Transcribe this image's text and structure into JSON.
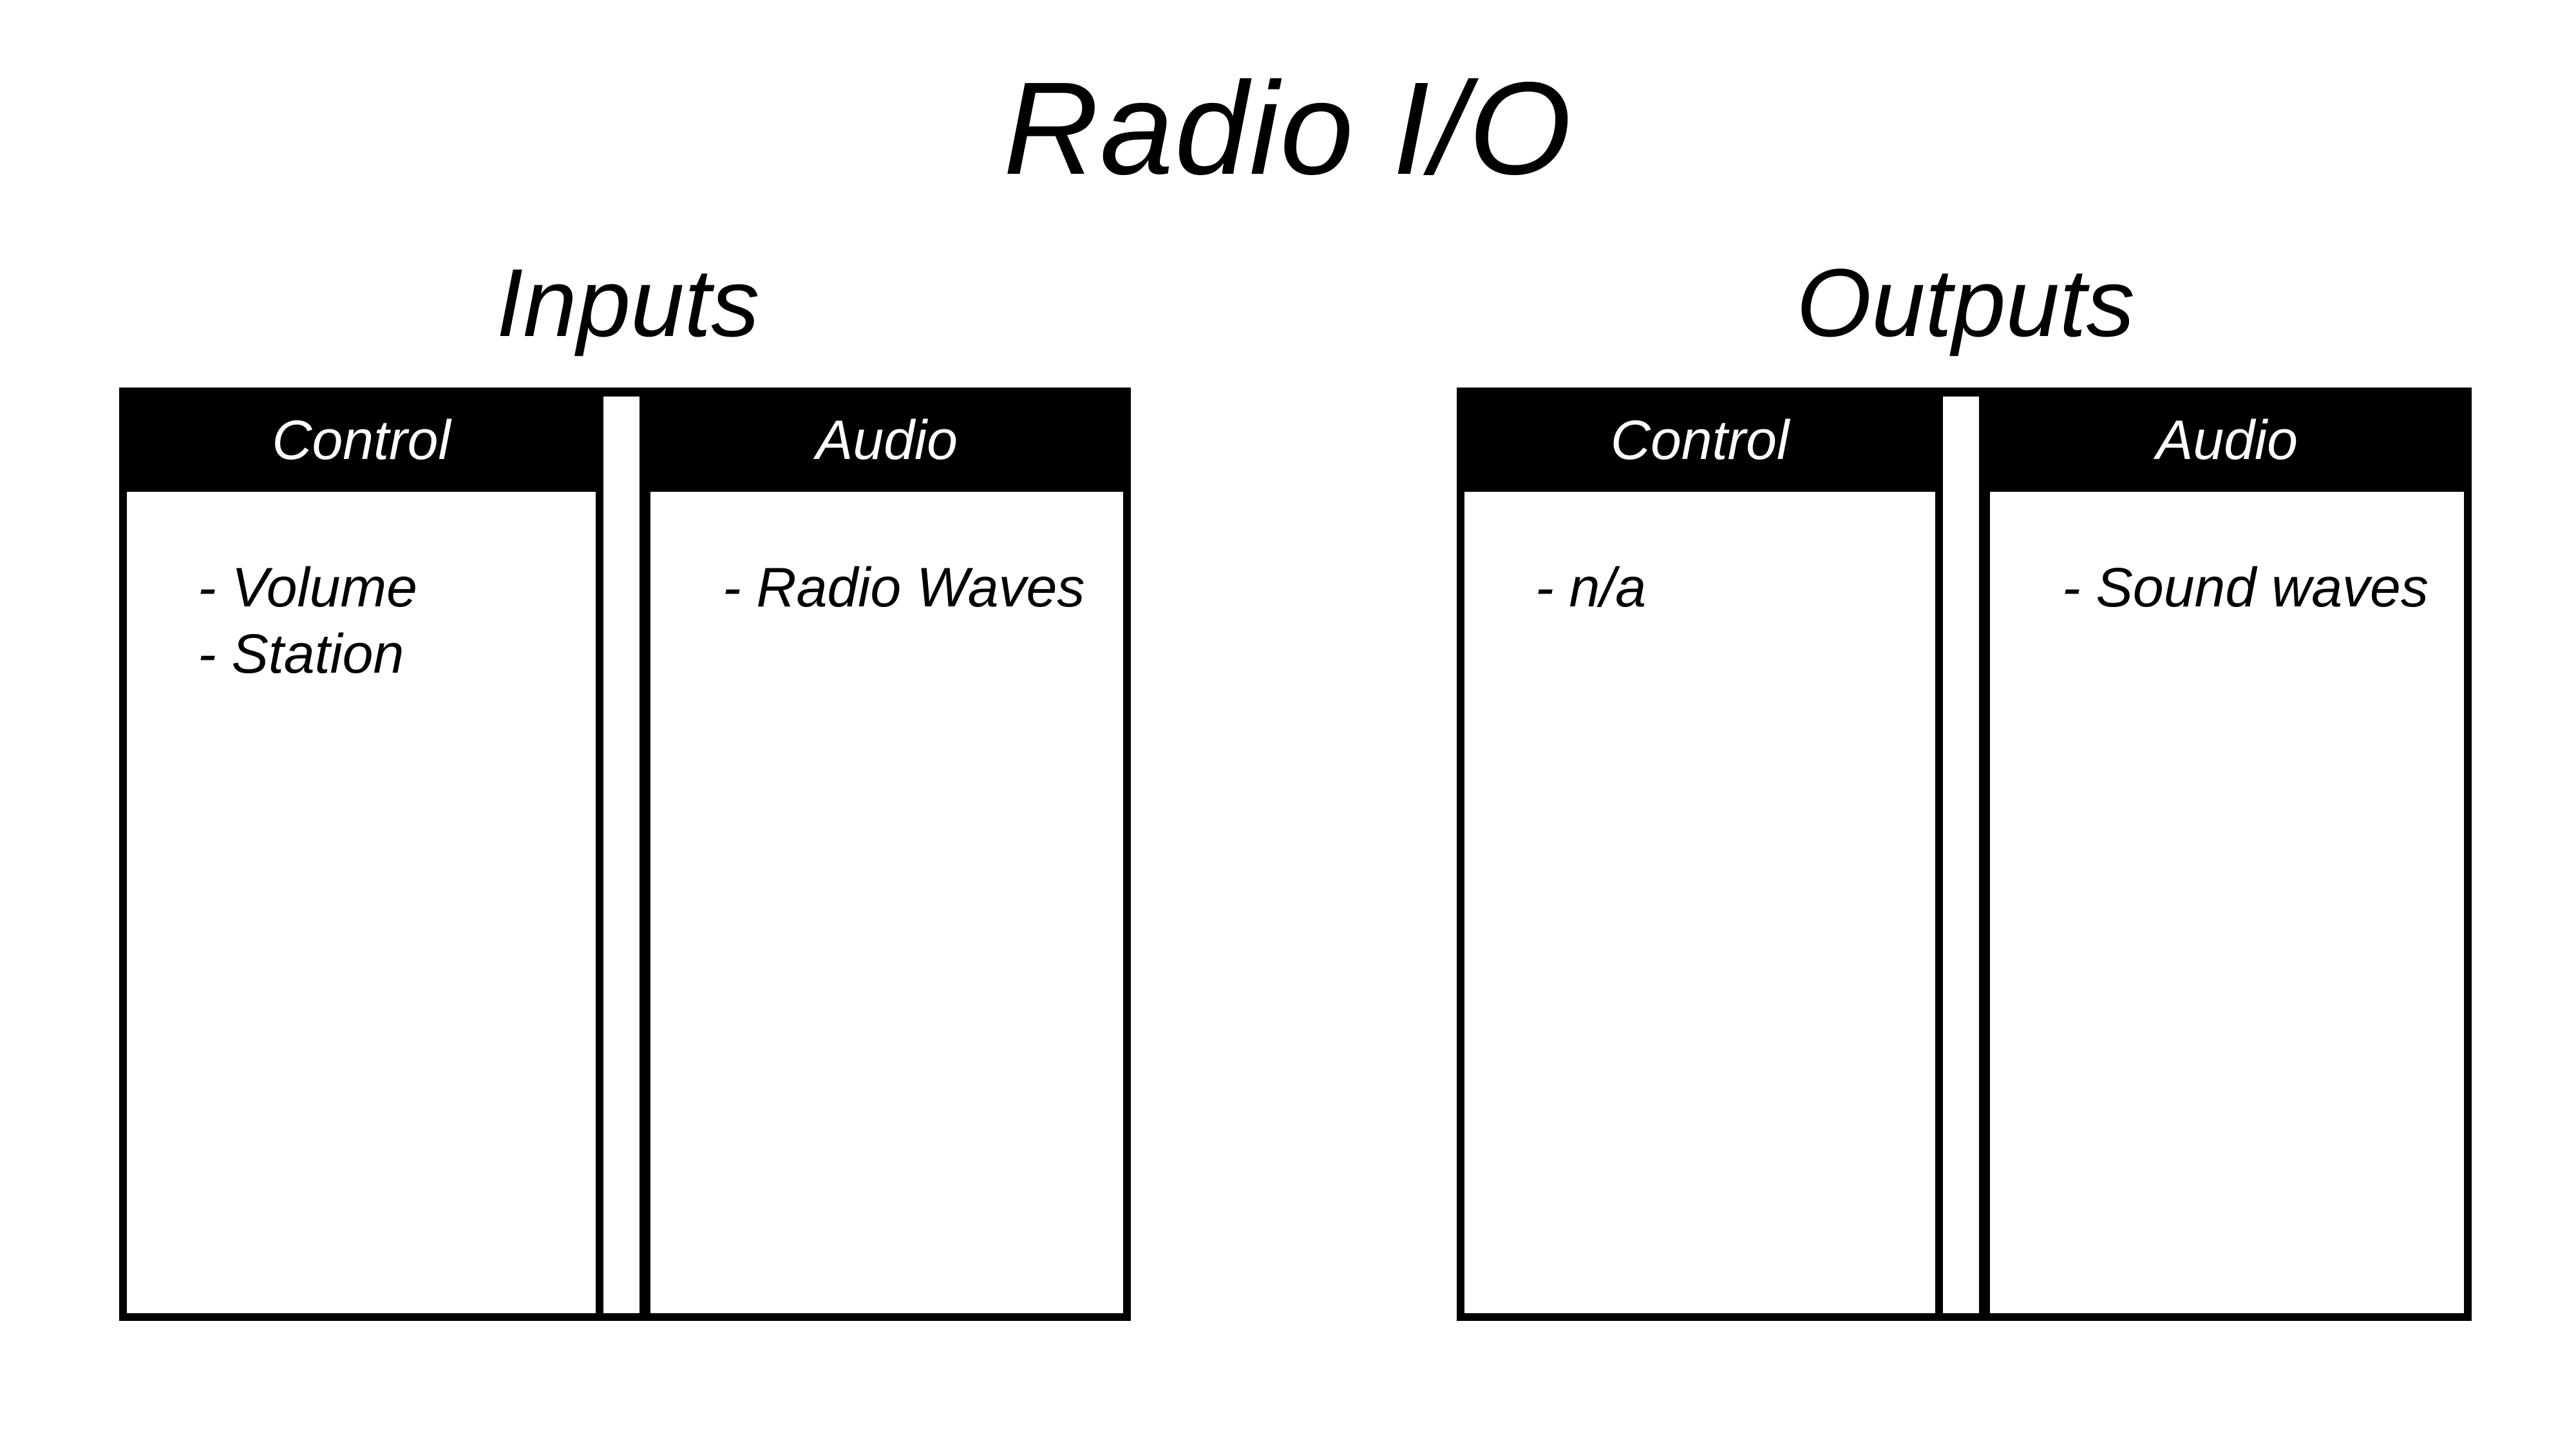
{
  "title": "Radio I/O",
  "sections": [
    {
      "heading": "Inputs",
      "columns": [
        {
          "header": "Control",
          "items": [
            "- Volume",
            "- Station"
          ]
        },
        {
          "header": "Audio",
          "items": [
            "- Radio Waves"
          ]
        }
      ]
    },
    {
      "heading": "Outputs",
      "columns": [
        {
          "header": "Control",
          "items": [
            "- n/a"
          ]
        },
        {
          "header": "Audio",
          "items": [
            "- Sound waves"
          ]
        }
      ]
    }
  ]
}
